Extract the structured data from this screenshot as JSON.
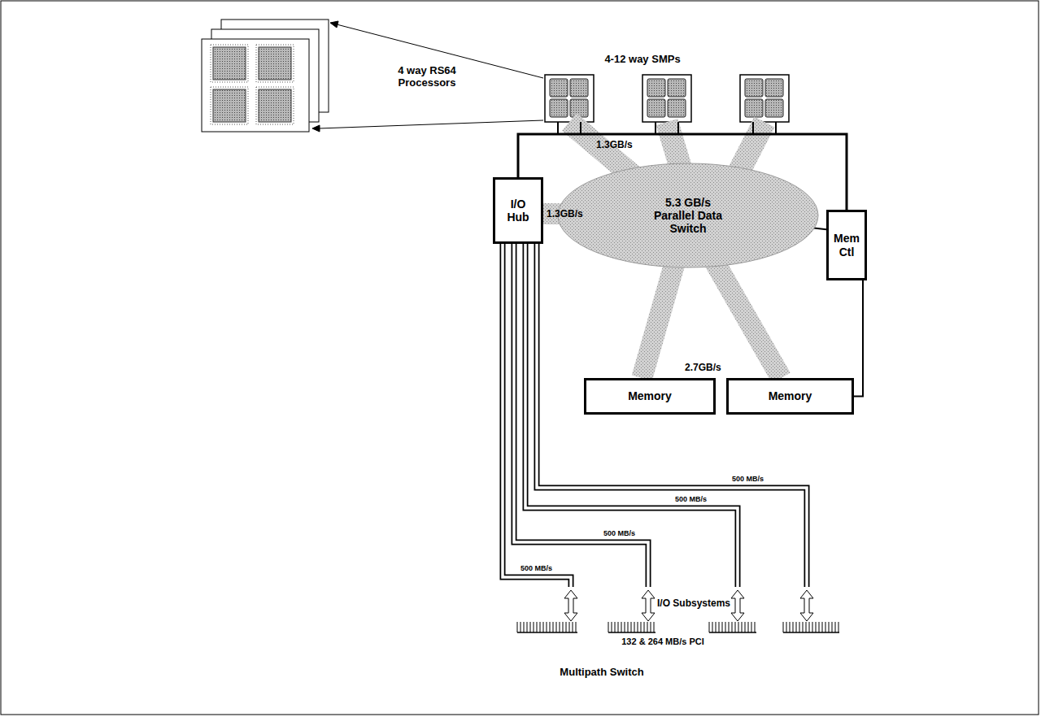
{
  "diagram": {
    "caption": "Multipath Switch",
    "nodes": [
      {
        "text": [
          "I/O Hub"
        ]
      },
      {
        "text": [
          "5.3 GB/s Parallel Data Switch"
        ]
      },
      {
        "text": [
          "Mem Ctl"
        ]
      },
      {
        "text": [
          "Memory"
        ]
      },
      {
        "text": [
          "Memory"
        ]
      }
    ],
    "edges": [
      {
        "from": 0,
        "to": 1,
        "arrow": "none",
        "label": "1.3GB/s"
      },
      {
        "from": 1,
        "to": 3,
        "arrow": "none",
        "label": "2.7GB/s"
      },
      {
        "from": 1,
        "to": 4,
        "arrow": "none"
      },
      {
        "from": 1,
        "to": 2,
        "arrow": "none"
      },
      {
        "from": 2,
        "to": 4,
        "arrow": "none"
      }
    ],
    "labels": [
      "4-12 way SMPs",
      "4 way RS64 Processors",
      "1.3GB/s",
      "500 MB/s",
      "500 MB/s",
      "500 MB/s",
      "500 MB/s",
      "I/O Subsystems",
      "132 & 264 MB/s PCI"
    ]
  }
}
